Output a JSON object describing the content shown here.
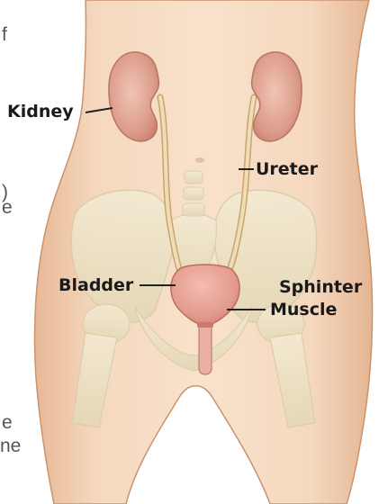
{
  "labels": {
    "kidney": "Kidney",
    "ureter": "Ureter",
    "bladder": "Bladder",
    "sphinter": "Sphinter",
    "muscle": "Muscle"
  },
  "left_text_fragments": [
    "f",
    ")",
    "e",
    "e",
    "ne"
  ],
  "colors": {
    "skin": "#f2d1b4",
    "bone": "#ece3c6",
    "kidney": "#e0a594",
    "ureter": "#efd9ad",
    "bladder": "#e8a094",
    "leader_line": "#222222"
  }
}
